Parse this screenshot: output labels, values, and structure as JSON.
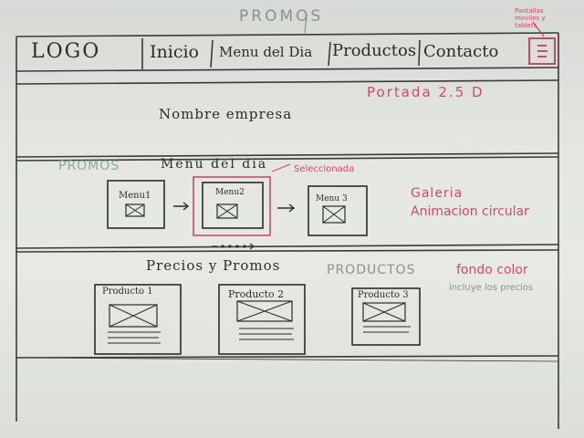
{
  "top_note": "PROMOS",
  "corner_note": "Pantallas moviles y tablets",
  "nav": {
    "logo": "LOGO",
    "items": [
      "Inicio",
      "Menu del Dia",
      "Productos",
      "Contacto"
    ],
    "menu_icon": "hamburger-icon"
  },
  "hero": {
    "company_name": "Nombre empresa",
    "note": "Portada 2.5 D"
  },
  "menu_section": {
    "faded_label": "PROMOS",
    "title": "Menu del dia",
    "selected_note": "Seleccionada",
    "cards": [
      "Menu1",
      "Menu2",
      "Menu 3"
    ],
    "gallery_note_1": "Galeria",
    "gallery_note_2": "Animacion circular"
  },
  "products_section": {
    "title": "Precios y Promos",
    "faded_label": "PRODUCTOS",
    "note_1": "fondo color",
    "note_2": "incluye los precios",
    "cards": [
      "Producto 1",
      "Producto 2",
      "Producto 3"
    ]
  },
  "colors": {
    "ink": "#2b2b2b",
    "red_marker": "#d04a63",
    "green_marker": "#8fa89a",
    "board": "#e4e6e2"
  }
}
